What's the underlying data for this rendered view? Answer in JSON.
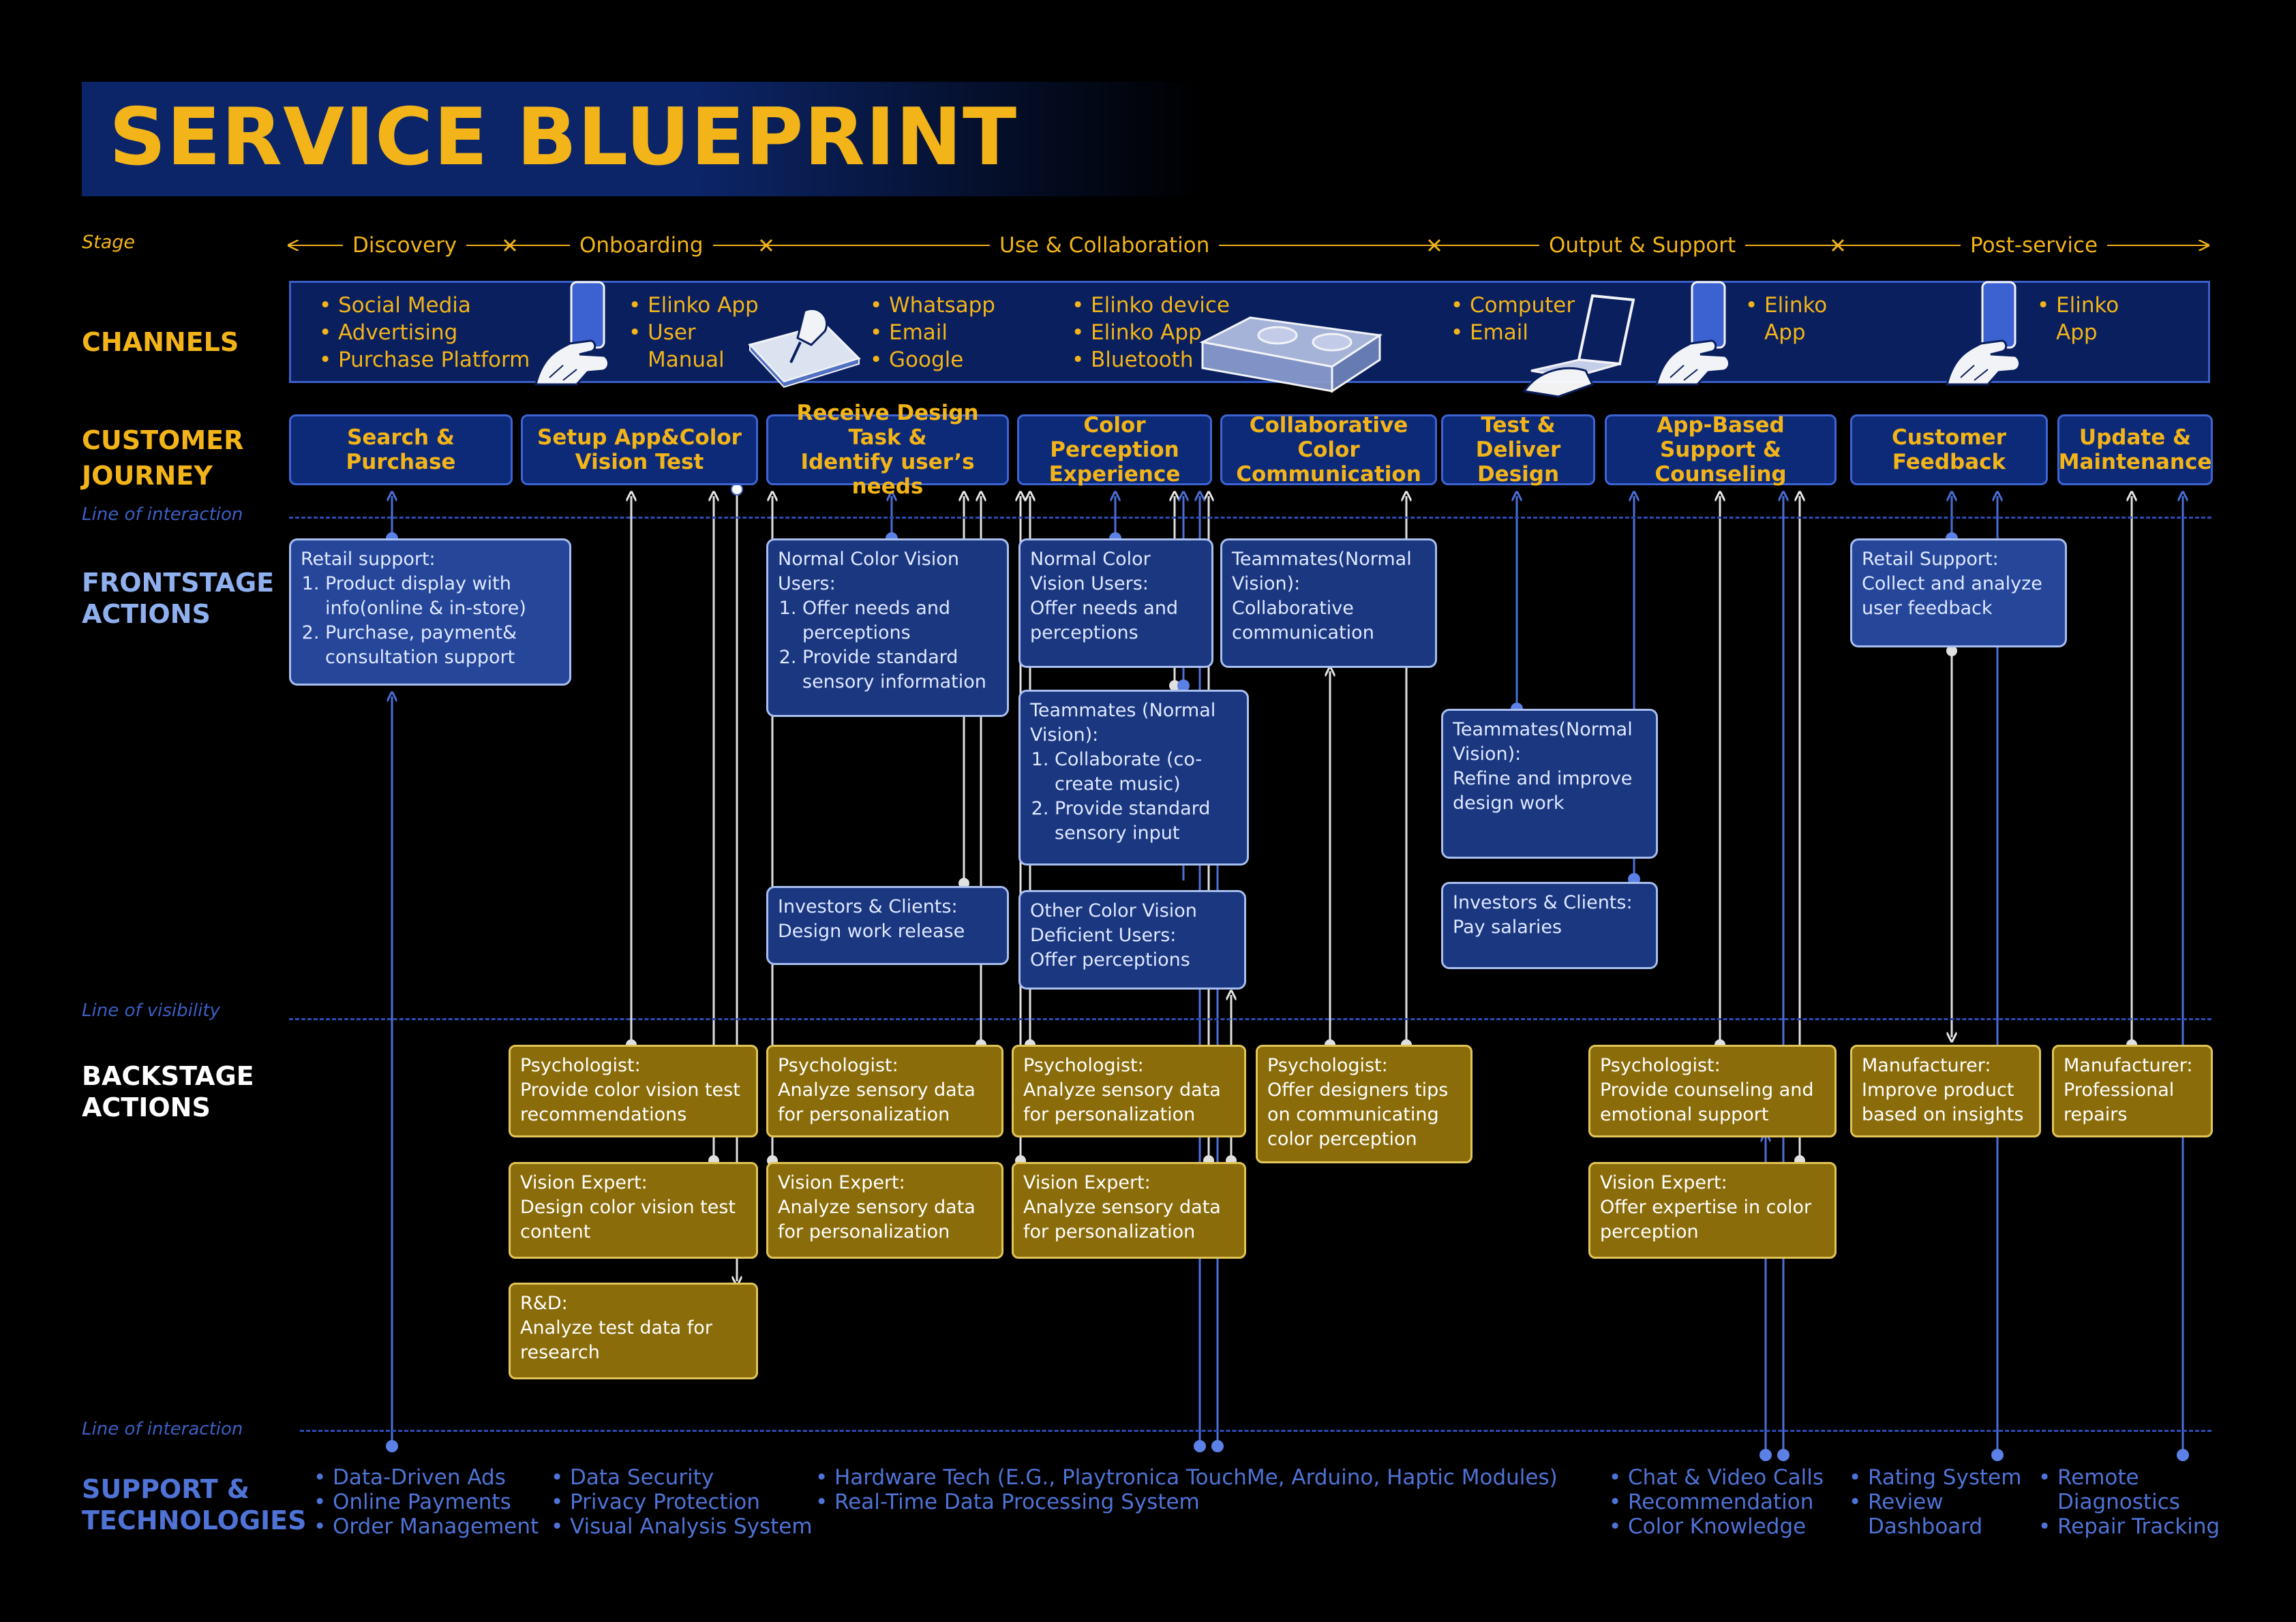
{
  "title": "SERVICE BLUEPRINT",
  "stage": {
    "label": "Stage",
    "items": [
      "Discovery",
      "Onboarding",
      "Use & Collaboration",
      "Output & Support",
      "Post-service"
    ]
  },
  "rows": {
    "channels": "CHANNELS",
    "journey": "CUSTOMER\nJOURNEY",
    "frontstage": "FRONTSTAGE\nACTIONS",
    "backstage": "BACKSTAGE\nACTIONS",
    "support": "SUPPORT &\nTECHNOLOGIES"
  },
  "lines": {
    "interaction_top": "Line of interaction",
    "visibility": "Line of visibility",
    "interaction_bottom": "Line of interaction"
  },
  "channels": [
    [
      "Social Media",
      "Advertising",
      "Purchase Platform"
    ],
    [
      "Elinko App",
      "User",
      "Manual"
    ],
    [
      "Whatsapp",
      "Email",
      "Google"
    ],
    [
      "Elinko device",
      "Elinko App",
      "Bluetooth"
    ],
    [
      "Computer",
      "Email"
    ],
    [
      "Elinko",
      "App"
    ],
    [
      "Elinko",
      "App"
    ]
  ],
  "channel_icons": [
    "phone-hand-icon",
    "writing-hand-icon",
    "device-cassette-icon",
    "laptop-hand-icon",
    "phone-hand-icon",
    "phone-hand-icon"
  ],
  "journey": [
    "Search &\nPurchase",
    "Setup App&Color\nVision Test",
    "Receive Design Task &\nIdentify user’s needs",
    "Color Perception\nExperience",
    "Collaborative Color\nCommunication",
    "Test & Deliver\nDesign",
    "App-Based Support &\nCounseling",
    "Customer\nFeedback",
    "Update &\nMaintenance"
  ],
  "frontstage": {
    "retail_support": {
      "heading": "Retail support:",
      "items": [
        "Product display with info(online & in-store)",
        "Purchase, payment& consultation support"
      ]
    },
    "normal_users": {
      "heading": "Normal Color Vision Users:",
      "items": [
        "Offer needs and perceptions",
        "Provide standard sensory information"
      ]
    },
    "investors_1": {
      "heading": "Investors & Clients:",
      "text": "Design work release"
    },
    "normal_users_2": {
      "heading": "Normal Color Vision Users:",
      "text": "Offer needs and perceptions"
    },
    "teammates_1": {
      "heading": "Teammates (Normal Vision):",
      "items": [
        "Collaborate (co-create music)",
        "Provide standard sensory input"
      ]
    },
    "other_users": {
      "heading": "Other Color Vision Deficient Users:",
      "text": "Offer perceptions"
    },
    "teammates_2": {
      "heading": "Teammates(Normal Vision):",
      "text": "Collaborative communication"
    },
    "teammates_3": {
      "heading": "Teammates(Normal Vision):",
      "text": "Refine and improve design work"
    },
    "investors_2": {
      "heading": "Investors & Clients:",
      "text": "Pay salaries"
    },
    "retail_support_2": {
      "heading": "Retail Support:",
      "text": "Collect and analyze user feedback"
    }
  },
  "backstage": {
    "psych_1": {
      "heading": "Psychologist:",
      "text": "Provide color vision test recommendations"
    },
    "vision_1": {
      "heading": "Vision Expert:",
      "text": "Design color vision test content"
    },
    "rnd": {
      "heading": "R&D:",
      "text": "Analyze test data for research"
    },
    "psych_2": {
      "heading": "Psychologist:",
      "text": "Analyze sensory data for personalization"
    },
    "vision_2": {
      "heading": "Vision Expert:",
      "text": "Analyze sensory data for personalization"
    },
    "psych_3": {
      "heading": "Psychologist:",
      "text": "Analyze sensory data for personalization"
    },
    "vision_3": {
      "heading": "Vision Expert:",
      "text": "Analyze sensory data for personalization"
    },
    "psych_4": {
      "heading": "Psychologist:",
      "text": "Offer designers tips on communicating color perception"
    },
    "psych_5": {
      "heading": "Psychologist:",
      "text": "Provide counseling and emotional support"
    },
    "vision_4": {
      "heading": "Vision Expert:",
      "text": "Offer expertise in color perception"
    },
    "manufacturer_1": {
      "heading": "Manufacturer:",
      "text": "Improve product based on insights"
    },
    "manufacturer_2": {
      "heading": "Manufacturer:",
      "text": "Professional repairs"
    }
  },
  "support": [
    [
      "Data-Driven Ads",
      "Online Payments",
      "Order Management"
    ],
    [
      "Data Security",
      "Privacy Protection",
      "Visual Analysis System"
    ],
    [
      "Hardware Tech (E.G., Playtronica TouchMe, Arduino, Haptic Modules)",
      "Real-Time Data Processing System"
    ],
    [
      "Chat & Video Calls",
      "Recommendation",
      "Color Knowledge"
    ],
    [
      "Rating System",
      "Review",
      "Dashboard"
    ],
    [
      "Remote",
      "Diagnostics",
      "Repair Tracking"
    ]
  ],
  "colors": {
    "gold": "#f2b418",
    "navy": "#0c2568",
    "line_blue": "#4a6fd8",
    "line_white": "#e6e6e6",
    "back_fill": "#8a6d0a"
  }
}
